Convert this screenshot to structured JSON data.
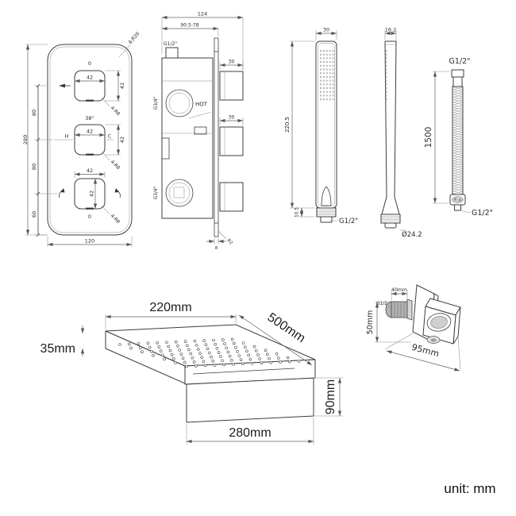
{
  "valve_front": {
    "overall_height": "280",
    "overall_width": "120",
    "corner_label": "4-R20",
    "seg_top": "80",
    "seg_mid": "80",
    "seg_bottom": "60",
    "knob_w": "42",
    "knob_h": "42",
    "holes": "4-R8",
    "zero_top": "0",
    "temp": "38°",
    "hot": "H",
    "cold": "C",
    "zero_bottom": "0"
  },
  "valve_side": {
    "overall_depth": "124",
    "adjust_range": "90.5-78",
    "top_thread": "G1/2\"",
    "hot_label": "HOT",
    "port_thread_upper": "G3/4\"",
    "port_thread_lower": "G3/4\"",
    "handle_depth_1": "30",
    "handle_depth_2": "30",
    "plate_thickness": "8",
    "corner_r": "R2"
  },
  "handshower_front": {
    "width": "30",
    "length": "220.5",
    "collar": "10.5",
    "thread": "G1/2\""
  },
  "handshower_side": {
    "width": "16.2",
    "diameter": "Ø24.2"
  },
  "hose": {
    "top_thread": "G1/2\"",
    "length": "1500",
    "bottom_thread": "G1/2\""
  },
  "showerhead": {
    "width": "220mm",
    "depth": "500mm",
    "thickness": "35mm",
    "drop_height": "90mm",
    "back_width": "280mm"
  },
  "bracket": {
    "nipple_len": "40mm",
    "thread": "G1/2",
    "height": "50mm",
    "width": "95mm"
  },
  "footer": {
    "unit_note": "unit: mm"
  }
}
